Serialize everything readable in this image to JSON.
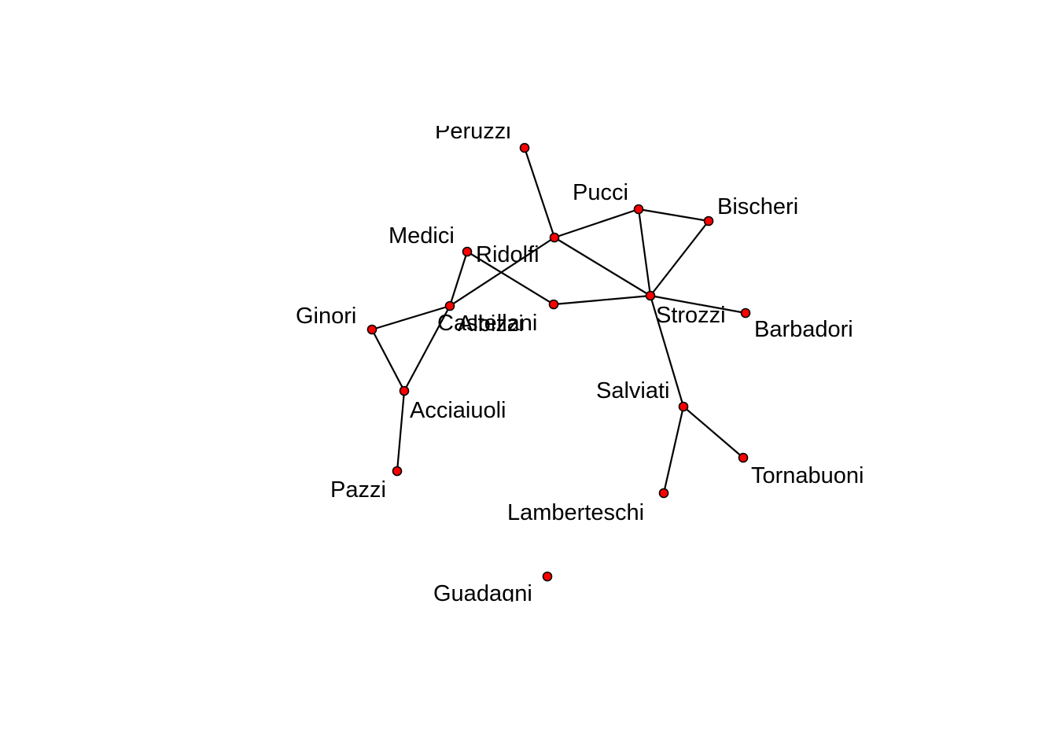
{
  "graph": {
    "node_color": "#ff0000",
    "edge_color": "#000000",
    "nodes": [
      {
        "id": "Peruzzi",
        "label": "Peruzzi"
      },
      {
        "id": "Pucci",
        "label": "Pucci"
      },
      {
        "id": "Bischeri",
        "label": "Bischeri"
      },
      {
        "id": "Medici",
        "label": "Medici"
      },
      {
        "id": "Ridolfi",
        "label": "Ridolfi"
      },
      {
        "id": "Ginori",
        "label": "Ginori"
      },
      {
        "id": "Castellani",
        "label": "Castellani"
      },
      {
        "id": "Albizzi",
        "label": "Albizzi"
      },
      {
        "id": "Strozzi",
        "label": "Strozzi"
      },
      {
        "id": "Barbadori",
        "label": "Barbadori"
      },
      {
        "id": "Acciaiuoli",
        "label": "Acciaiuoli"
      },
      {
        "id": "Salviati",
        "label": "Salviati"
      },
      {
        "id": "Pazzi",
        "label": "Pazzi"
      },
      {
        "id": "Tornabuoni",
        "label": "Tornabuoni"
      },
      {
        "id": "Lamberteschi",
        "label": "Lamberteschi"
      },
      {
        "id": "Guadagni",
        "label": "Guadagni"
      }
    ],
    "edges": [
      [
        "Peruzzi",
        "Ridolfi"
      ],
      [
        "Ridolfi",
        "Pucci"
      ],
      [
        "Ridolfi",
        "Castellani"
      ],
      [
        "Ridolfi",
        "Strozzi"
      ],
      [
        "Pucci",
        "Bischeri"
      ],
      [
        "Pucci",
        "Strozzi"
      ],
      [
        "Bischeri",
        "Strozzi"
      ],
      [
        "Medici",
        "Castellani"
      ],
      [
        "Medici",
        "Albizzi"
      ],
      [
        "Albizzi",
        "Strozzi"
      ],
      [
        "Strozzi",
        "Barbadori"
      ],
      [
        "Strozzi",
        "Salviati"
      ],
      [
        "Castellani",
        "Ginori"
      ],
      [
        "Castellani",
        "Acciaiuoli"
      ],
      [
        "Ginori",
        "Acciaiuoli"
      ],
      [
        "Acciaiuoli",
        "Pazzi"
      ],
      [
        "Salviati",
        "Tornabuoni"
      ],
      [
        "Salviati",
        "Lamberteschi"
      ]
    ]
  }
}
